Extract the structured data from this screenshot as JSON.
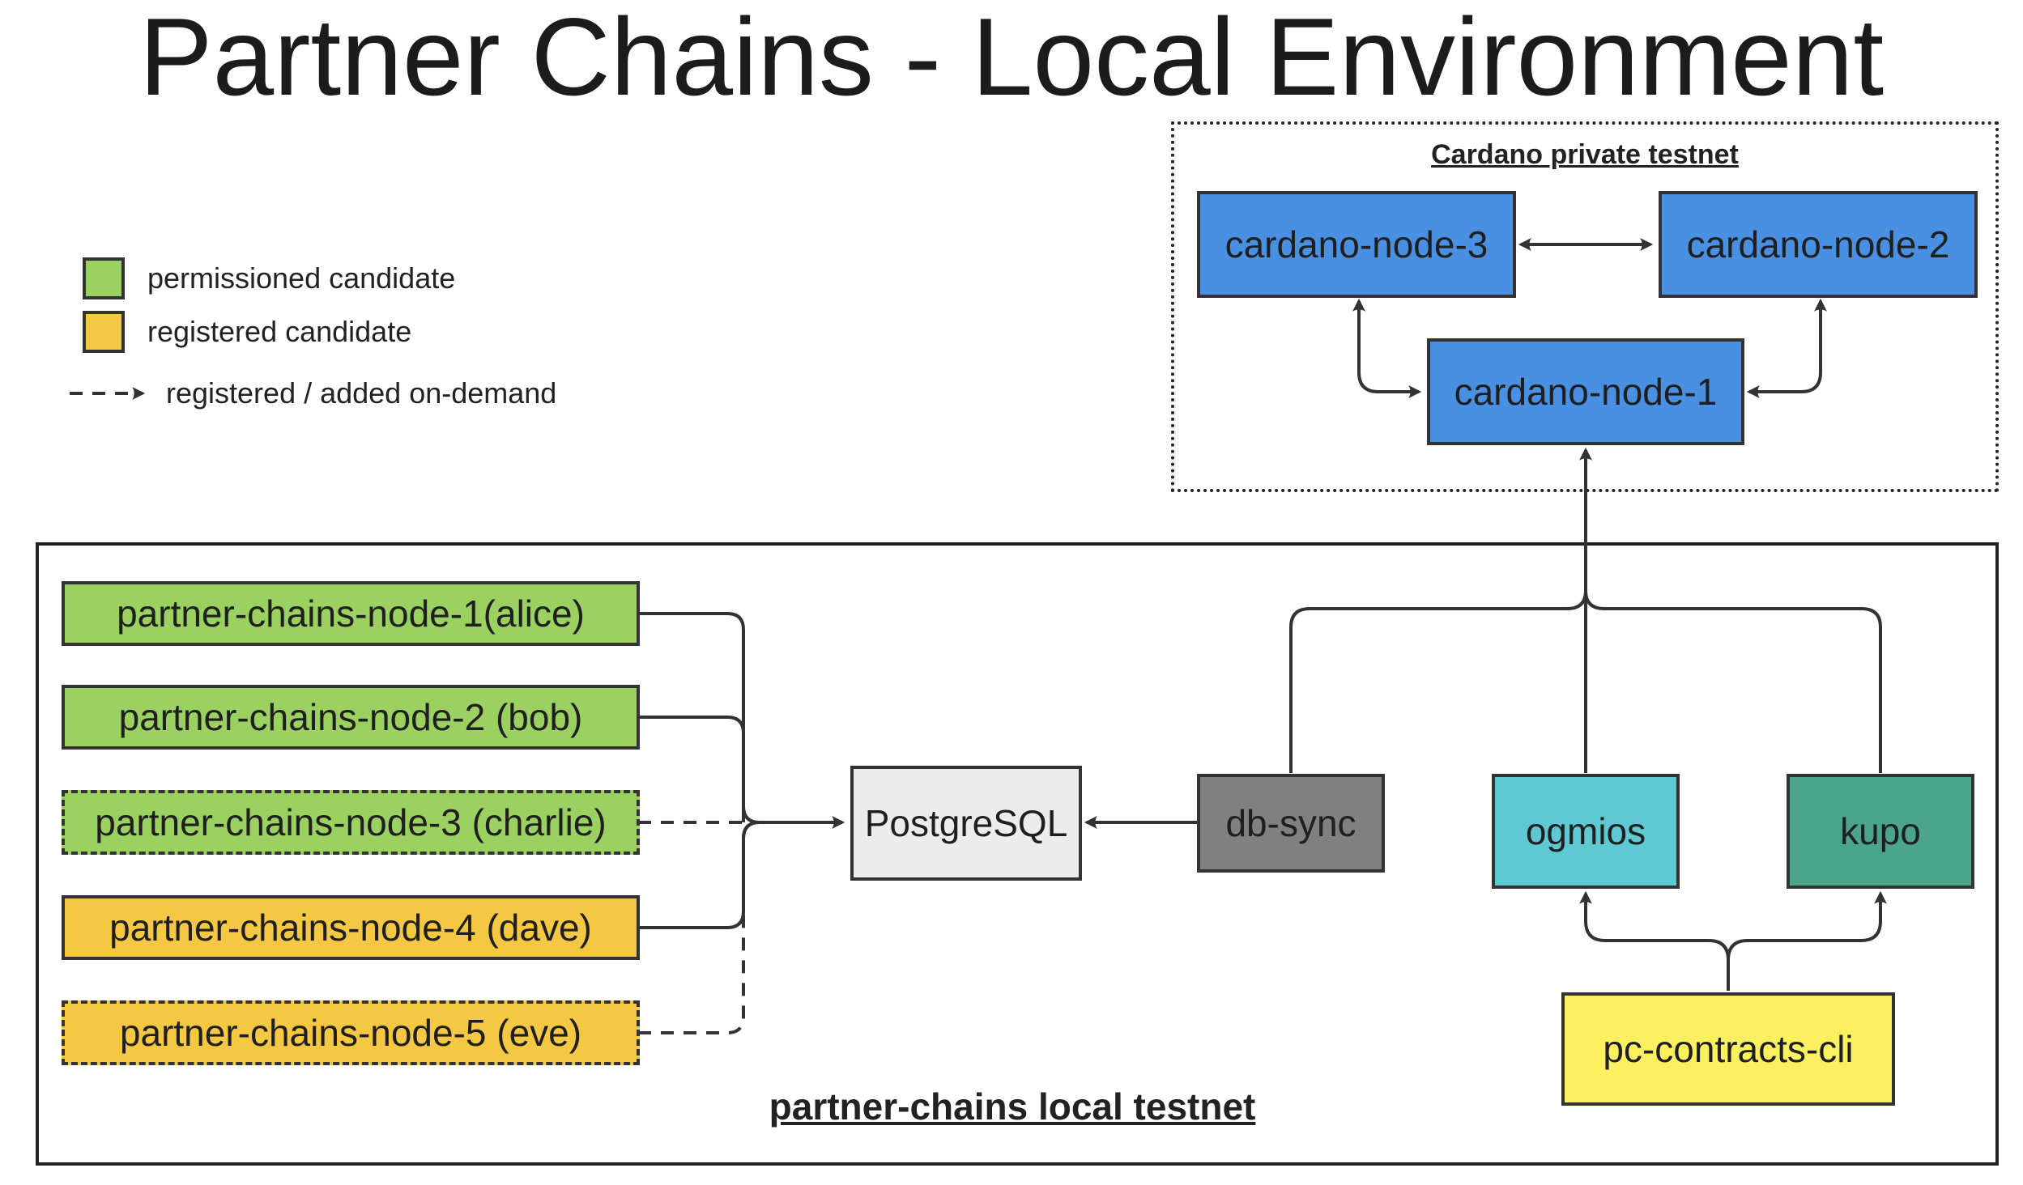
{
  "title": "Partner Chains - Local Environment",
  "legend": {
    "permissioned": "permissioned candidate",
    "registered": "registered candidate",
    "on_demand": "registered / added on-demand"
  },
  "cardano_group": {
    "label": "Cardano private testnet",
    "nodes": {
      "n1": "cardano-node-1",
      "n2": "cardano-node-2",
      "n3": "cardano-node-3"
    }
  },
  "local_group": {
    "label": "partner-chains local testnet",
    "nodes": {
      "p1": "partner-chains-node-1(alice)",
      "p2": "partner-chains-node-2 (bob)",
      "p3": "partner-chains-node-3 (charlie)",
      "p4": "partner-chains-node-4 (dave)",
      "p5": "partner-chains-node-5 (eve)"
    },
    "postgres": "PostgreSQL",
    "dbsync": "db-sync",
    "ogmios": "ogmios",
    "kupo": "kupo",
    "cli": "pc-contracts-cli"
  },
  "colors": {
    "permissioned": "#9bd160",
    "registered": "#f4c842",
    "cardano_node": "#4a90e2",
    "postgres": "#ececec",
    "dbsync": "#808080",
    "ogmios": "#5ec8d3",
    "kupo": "#4aa58a",
    "cli": "#fbf060",
    "stroke": "#333333"
  }
}
